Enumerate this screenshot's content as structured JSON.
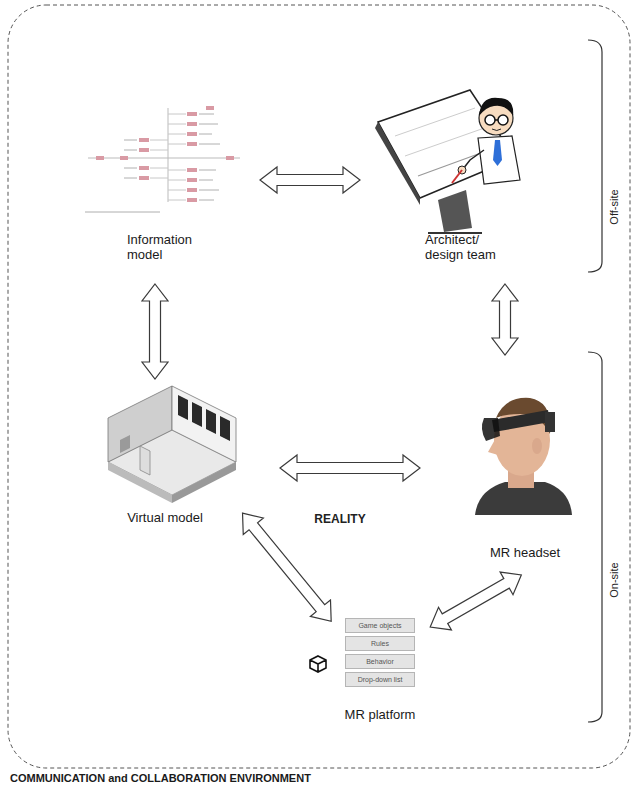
{
  "diagram": {
    "nodes": [
      {
        "text": [
          "COMMUNICATION and COLLABORATION ENVIRONMENT"
        ]
      },
      {
        "text": [
          "Information model"
        ],
        "in": 0
      },
      {
        "text": [
          "Architect/ design team"
        ],
        "in": 0
      },
      {
        "text": [
          "Virtual model"
        ],
        "in": 0
      },
      {
        "text": [
          "MR headset"
        ],
        "in": 0
      },
      {
        "text": [
          "MR platform"
        ],
        "in": 0
      },
      {
        "text": [
          "Game objects"
        ],
        "in": 5
      },
      {
        "text": [
          "Rules"
        ],
        "in": 5
      },
      {
        "text": [
          "Behavior"
        ],
        "in": 5
      },
      {
        "text": [
          "Drop-down list"
        ],
        "in": 5
      }
    ],
    "edges": [
      {
        "from": 1,
        "to": 2,
        "arrow": "both"
      },
      {
        "from": 1,
        "to": 3,
        "arrow": "both"
      },
      {
        "from": 2,
        "to": 4,
        "arrow": "both"
      },
      {
        "from": 3,
        "to": 4,
        "arrow": "both"
      },
      {
        "from": 3,
        "to": 5,
        "arrow": "both"
      },
      {
        "from": 4,
        "to": 5,
        "arrow": "both"
      }
    ],
    "labels": [
      "REALITY",
      "Off-site",
      "On-site"
    ]
  }
}
